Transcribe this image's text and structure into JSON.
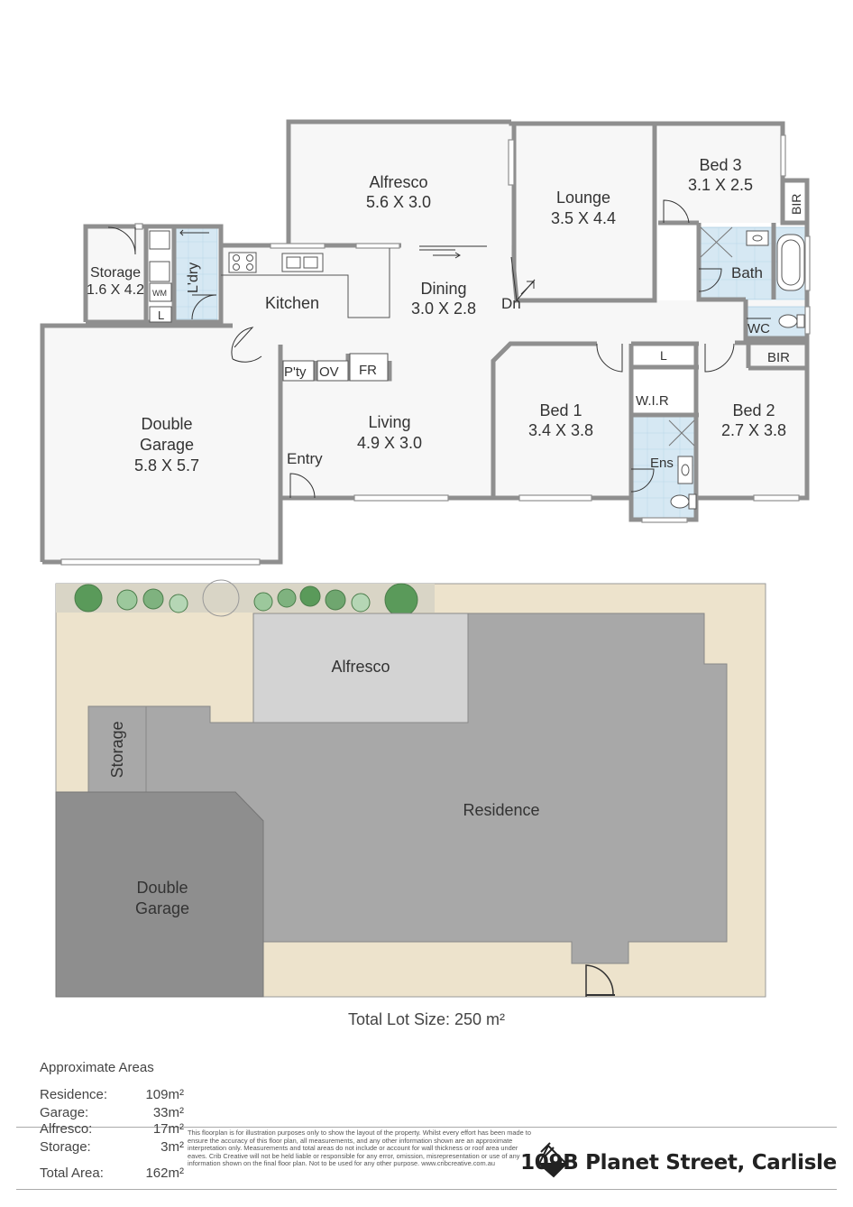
{
  "floorplan": {
    "rooms": [
      {
        "id": "alfresco",
        "name": "Alfresco",
        "dims": "5.6 X 3.0"
      },
      {
        "id": "lounge",
        "name": "Lounge",
        "dims": "3.5 X 4.4"
      },
      {
        "id": "bed3",
        "name": "Bed 3",
        "dims": "3.1 X 2.5"
      },
      {
        "id": "storage",
        "name": "Storage",
        "dims": "1.6 X 4.2"
      },
      {
        "id": "kitchen",
        "name": "Kitchen",
        "dims": ""
      },
      {
        "id": "dining",
        "name": "Dining",
        "dims": "3.0 X 2.8"
      },
      {
        "id": "double-garage",
        "name": "Double\nGarage",
        "dims": "5.8 X 5.7"
      },
      {
        "id": "living",
        "name": "Living",
        "dims": "4.9 X 3.0"
      },
      {
        "id": "bed1",
        "name": "Bed 1",
        "dims": "3.4 X 3.8"
      },
      {
        "id": "bed2",
        "name": "Bed 2",
        "dims": "2.7 X 3.8"
      }
    ],
    "labels": {
      "laundry": "L'dry",
      "wm": "WM",
      "l_laundry": "L",
      "pantry": "P'ty",
      "oven": "OV",
      "fridge": "FR",
      "dn": "Dn",
      "entry": "Entry",
      "bath": "Bath",
      "wc": "WC",
      "bir_bed3": "BIR",
      "bir_bed2": "BIR",
      "linen": "L",
      "wir": "W.I.R",
      "ensuite": "Ens"
    }
  },
  "siteplan": {
    "alfresco": "Alfresco",
    "storage": "Storage",
    "residence": "Residence",
    "garage": "Double\nGarage",
    "total_lot": "Total Lot Size: 250 m²"
  },
  "areas": {
    "heading": "Approximate Areas",
    "rows": [
      {
        "label": "Residence:",
        "value": "109m²"
      },
      {
        "label": "Garage:",
        "value": "33m²"
      },
      {
        "label": "Alfresco:",
        "value": "17m²"
      },
      {
        "label": "Storage:",
        "value": "3m²"
      }
    ],
    "total": {
      "label": "Total Area:",
      "value": "162m²"
    }
  },
  "disclaimer": "This floorplan is for illustration purposes only to show the layout of the property. Whilst every effort has been made to ensure the accuracy of this floor plan, all measurements, and any other information shown are an approximate interpretation only. Measurements and total areas do not include or account for wall thickness or roof area under eaves. Crib Creative will not be held liable or responsible for any error, omission, misrepresentation or use of any information shown on the final floor plan. Not to be used for any other purpose. www.cribcreative.com.au",
  "address": "109B Planet Street, Carlisle",
  "colors": {
    "wall": "#8f8f8f",
    "floor": "#f7f7f7",
    "wet": "#d6e8f3",
    "residence": "#a8a8a8",
    "alfresco_site": "#d3d3d3",
    "garage_site": "#8e8e8e",
    "lot": "#ede3cc",
    "tree": "#5a9a5a"
  }
}
